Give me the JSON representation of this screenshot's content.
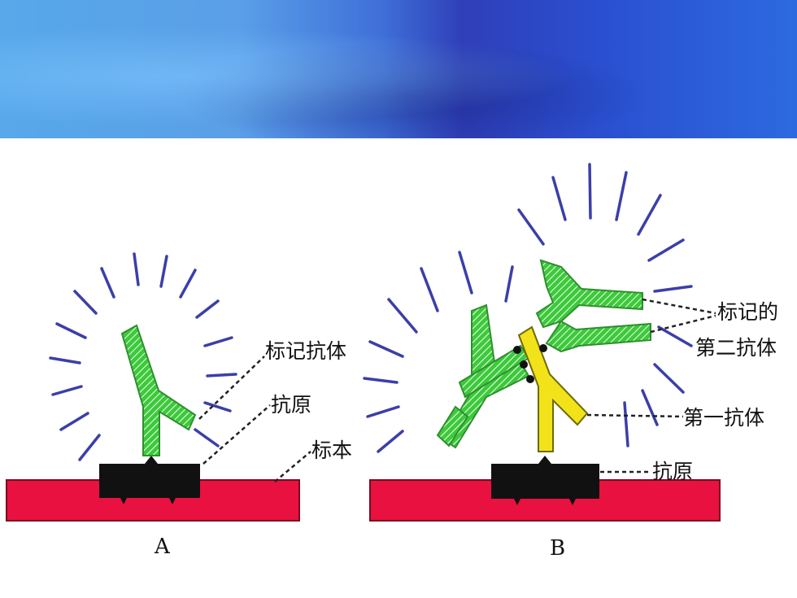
{
  "diagram": {
    "panel_a": {
      "label": "A",
      "callouts": {
        "labeled_antibody": "标记抗体",
        "antigen": "抗原",
        "specimen": "标本"
      }
    },
    "panel_b": {
      "label": "B",
      "callouts": {
        "labeled_secondary_line1": "标记的",
        "labeled_secondary_line2": "第二抗体",
        "primary_antibody": "第一抗体",
        "antigen": "抗原"
      }
    },
    "colors": {
      "specimen": "#e8113f",
      "antigen": "#111111",
      "labeled_antibody": "#3ec93c",
      "primary_antibody": "#f2e21a",
      "fluorescence_rays": "#3b3fa8",
      "banner_start": "#58a8ea",
      "banner_end": "#2a4fd0"
    }
  }
}
